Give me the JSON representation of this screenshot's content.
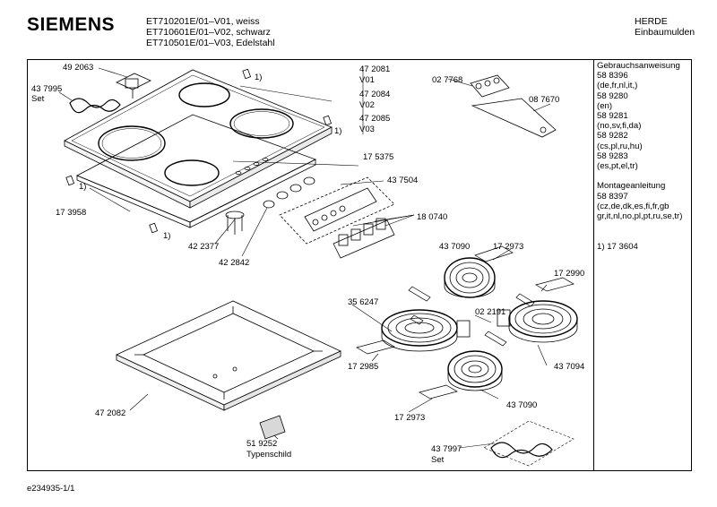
{
  "header": {
    "brand": "SIEMENS",
    "models": [
      "ET710201E/01–V01, weiss",
      "ET710601E/01–V02, schwarz",
      "ET710501E/01–V03, Edelstahl"
    ],
    "category": [
      "HERDE",
      "Einbaumulden"
    ]
  },
  "sidebar": {
    "lines": [
      "Gebrauchsanweisung",
      "58 8396",
      "(de,fr,nl,it,)",
      "58 9280",
      "(en)",
      "58 9281",
      "(no,sv,fi,da)",
      "58 9282",
      "(cs,pl,ru,hu)",
      "58 9283",
      "(es,pt,el,tr)",
      "",
      "Montageanleitung",
      "58 8397",
      "(cz,de,dk,es,fi,fr,gb",
      "gr,it,nl,no,pl,pt,ru,se,tr)",
      "",
      "",
      "1)  17 3604"
    ]
  },
  "labels": {
    "p492063": "49 2063",
    "p437995": "43 7995",
    "set1": "Set",
    "p472081": "47 2081",
    "v01": "V01",
    "p472084": "47 2084",
    "v02": "V02",
    "p472085": "47 2085",
    "v03": "V03",
    "note_a": "1)",
    "note_b": "1)",
    "note_c": "1)",
    "note_d": "1)",
    "p027768": "02 7768",
    "p087670": "08 7670",
    "p175375": "17 5375",
    "p437504": "43 7504",
    "p173958": "17 3958",
    "p180740": "18 0740",
    "p422377": "42 2377",
    "p422842": "42 2842",
    "p437090a": "43 7090",
    "p172973a": "17 2973",
    "p172990": "17 2990",
    "p356247": "35 6247",
    "p022191": "02 2191",
    "p172985": "17 2985",
    "p437094": "43 7094",
    "p437090b": "43 7090",
    "p172973b": "17 2973",
    "p472082": "47 2082",
    "p519252": "51 9252",
    "typenschild": "Typenschild",
    "p437997": "43 7997",
    "set2": "Set"
  },
  "footer": {
    "code": "e234935-1/1"
  }
}
